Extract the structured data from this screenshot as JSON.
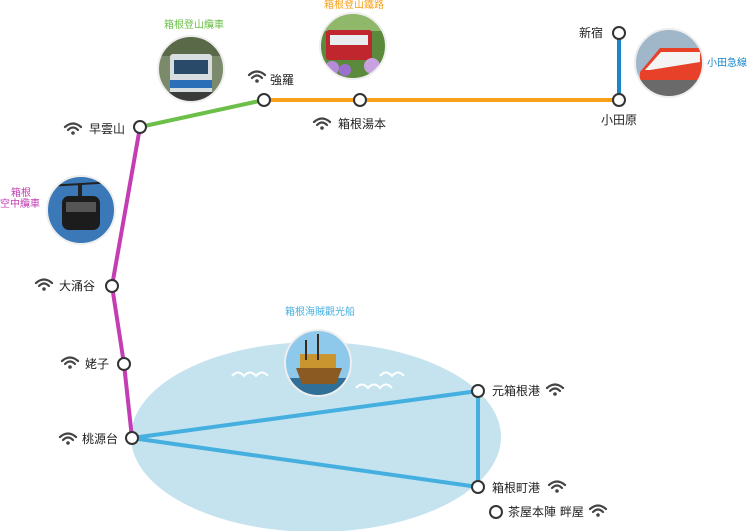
{
  "stations": {
    "shinjuku": "新宿",
    "odawara": "小田原",
    "hakone_yumoto": "箱根湯本",
    "gora": "強羅",
    "sounzan": "早雲山",
    "owakudani": "大涌谷",
    "ubako": "姥子",
    "togendai": "桃源台",
    "motohakone_ko": "元箱根港",
    "hakonemachi_ko": "箱根町港",
    "chaya_honjin": "茶屋本陣 畔屋"
  },
  "routes": {
    "odakyu": "小田急線",
    "tozan_railway": "箱根登山鐵路",
    "tozan_cable": "箱根登山纜車",
    "ropeway_line1": "箱根",
    "ropeway_line2": "空中纜車",
    "cruise": "箱根海賊觀光船"
  },
  "colors": {
    "odakyu": "#1a85c8",
    "tozan_railway": "#f7a11a",
    "tozan_cable": "#6cc04a",
    "ropeway": "#c43db4",
    "cruise": "#45b0e0",
    "lake": "#c5e3ee",
    "text": "#222222",
    "wifi": "#444444"
  },
  "icons": {
    "wifi": "wifi-icon",
    "station": "station-circle-icon"
  }
}
